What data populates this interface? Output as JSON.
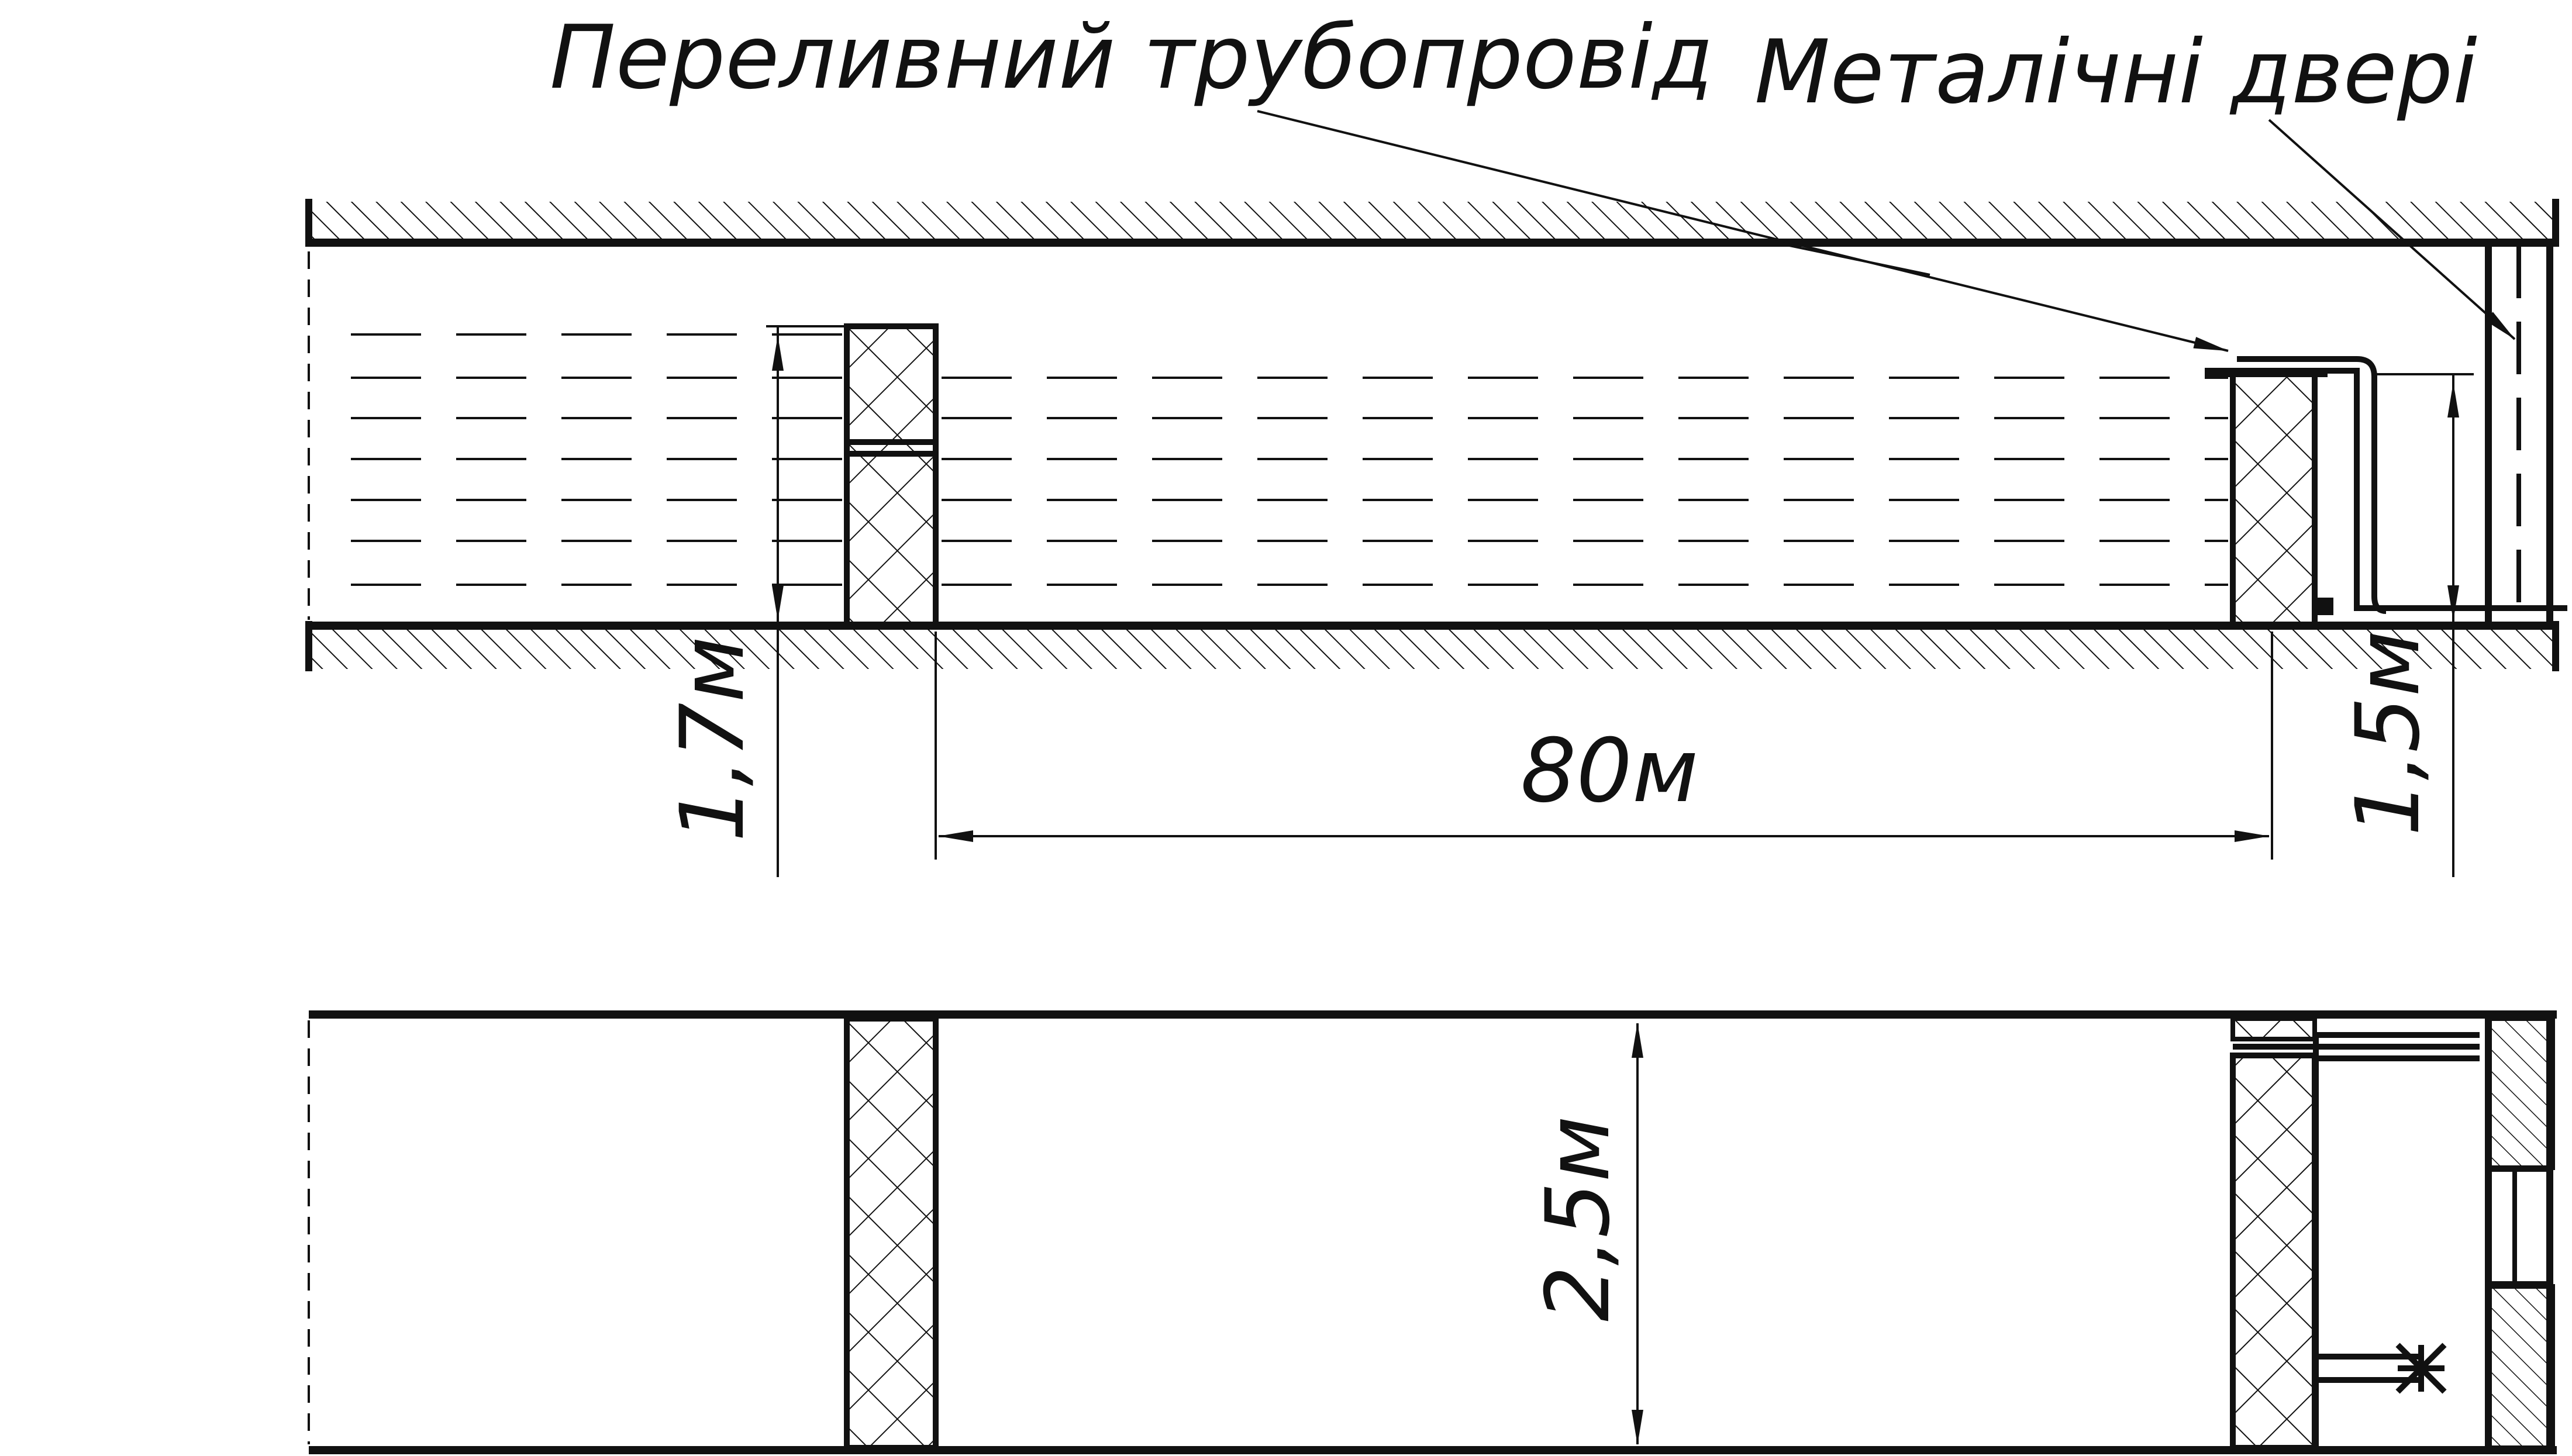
{
  "labels": {
    "overflow_pipe": "Переливний трубопровід",
    "metal_door": "Металічні двері"
  },
  "dimensions": {
    "left_height": "1,7м",
    "length": "80м",
    "right_height": "1,5м",
    "width": "2,5м"
  },
  "colors": {
    "ink": "#111111",
    "background": "#ffffff"
  }
}
